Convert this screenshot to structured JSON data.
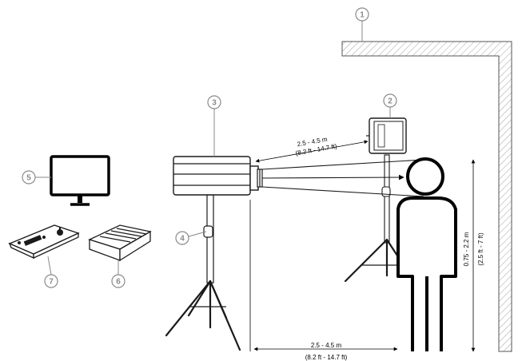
{
  "callouts": [
    {
      "id": "1",
      "label": "1",
      "part": "wall"
    },
    {
      "id": "2",
      "label": "2",
      "part": "blackbody-source"
    },
    {
      "id": "3",
      "label": "3",
      "part": "thermal-camera"
    },
    {
      "id": "4",
      "label": "4",
      "part": "tripod"
    },
    {
      "id": "5",
      "label": "5",
      "part": "monitor"
    },
    {
      "id": "6",
      "label": "6",
      "part": "recorder"
    },
    {
      "id": "7",
      "label": "7",
      "part": "keyboard-controller"
    }
  ],
  "dimensions": {
    "camera_to_blackbody": {
      "metric": "2.5 - 4.5 m",
      "imperial": "(8.2 ft - 14.7 ft)"
    },
    "camera_to_person": {
      "metric": "2.5 - 4.5 m",
      "imperial": "(8.2 ft - 14.7 ft)"
    },
    "mount_height": {
      "metric": "0.75 - 2.2 m",
      "imperial": "(2.5 ft - 7 ft)"
    }
  },
  "colors": {
    "line": "#1a1a1a",
    "callout": "#8a8a8a",
    "hatch": "#b0b0b0",
    "person": "#000000"
  }
}
